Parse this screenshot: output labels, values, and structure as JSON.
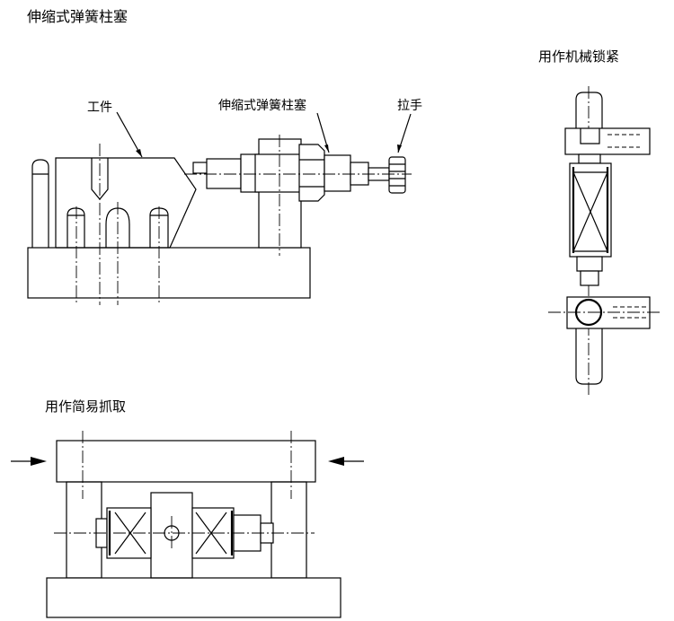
{
  "titles": {
    "main": "伸缩式弹簧柱塞",
    "mechanical_lock": "用作机械锁紧",
    "simple_grip": "用作简易抓取"
  },
  "callouts": {
    "workpiece": "工件",
    "plunger": "伸缩式弹簧柱塞",
    "handle": "拉手"
  }
}
